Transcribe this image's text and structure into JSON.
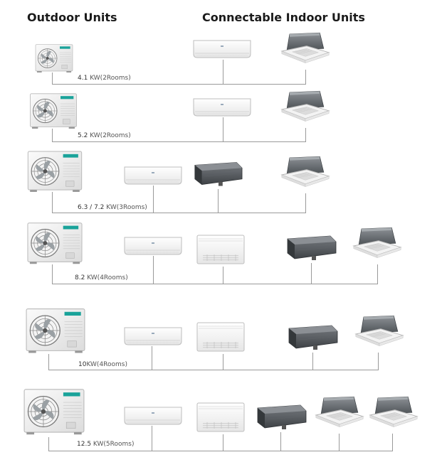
{
  "headers": {
    "outdoor": "Outdoor Units",
    "indoor": "Connectable Indoor Units"
  },
  "rows": [
    {
      "capacity": "4.1",
      "unit_text": "KW(2Rooms)"
    },
    {
      "capacity": "5.2",
      "unit_text": "KW(2Rooms)"
    },
    {
      "capacity": "6.3 / 7.2",
      "unit_text": "KW(3Rooms)"
    },
    {
      "capacity": "8.2",
      "unit_text": "KW(4Rooms)"
    },
    {
      "capacity": "10",
      "unit_text": "KW(4Rooms)"
    },
    {
      "capacity": "12.5",
      "unit_text": "KW(5Rooms)"
    }
  ],
  "icons": {
    "outdoor": "outdoor-unit-icon",
    "wall": "wall-mounted-unit-icon",
    "floor": "floor-ceiling-unit-icon",
    "duct": "duct-unit-icon",
    "cassette": "cassette-unit-icon"
  },
  "colors": {
    "brand": "#1aa39a",
    "line": "#9a9a9a"
  }
}
